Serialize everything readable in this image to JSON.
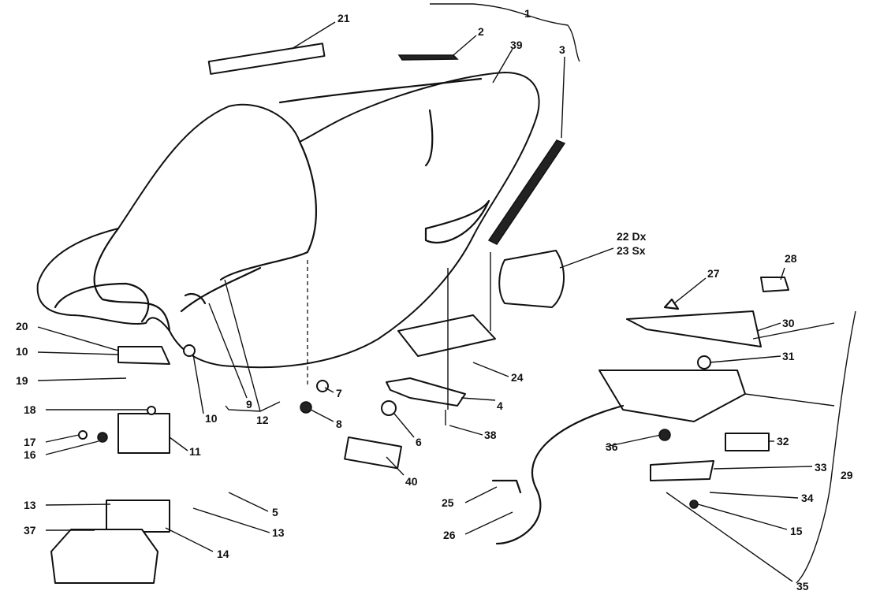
{
  "labels": {
    "p1": "1",
    "p2": "2",
    "p3": "3",
    "p4": "4",
    "p5": "5",
    "p6": "6",
    "p7": "7",
    "p8": "8",
    "p9": "9",
    "p10a": "10",
    "p10b": "10",
    "p11": "11",
    "p12": "12",
    "p13a": "13",
    "p13b": "13",
    "p14": "14",
    "p15": "15",
    "p16": "16",
    "p17": "17",
    "p18": "18",
    "p19": "19",
    "p20": "20",
    "p21": "21",
    "p22": "22 Dx",
    "p23": "23 Sx",
    "p24": "24",
    "p25": "25",
    "p26": "26",
    "p27": "27",
    "p28": "28",
    "p29": "29",
    "p30": "30",
    "p31": "31",
    "p32": "32",
    "p33": "33",
    "p34": "34",
    "p35": "35",
    "p36": "36",
    "p37": "37",
    "p38": "38",
    "p39": "39",
    "p40": "40"
  }
}
